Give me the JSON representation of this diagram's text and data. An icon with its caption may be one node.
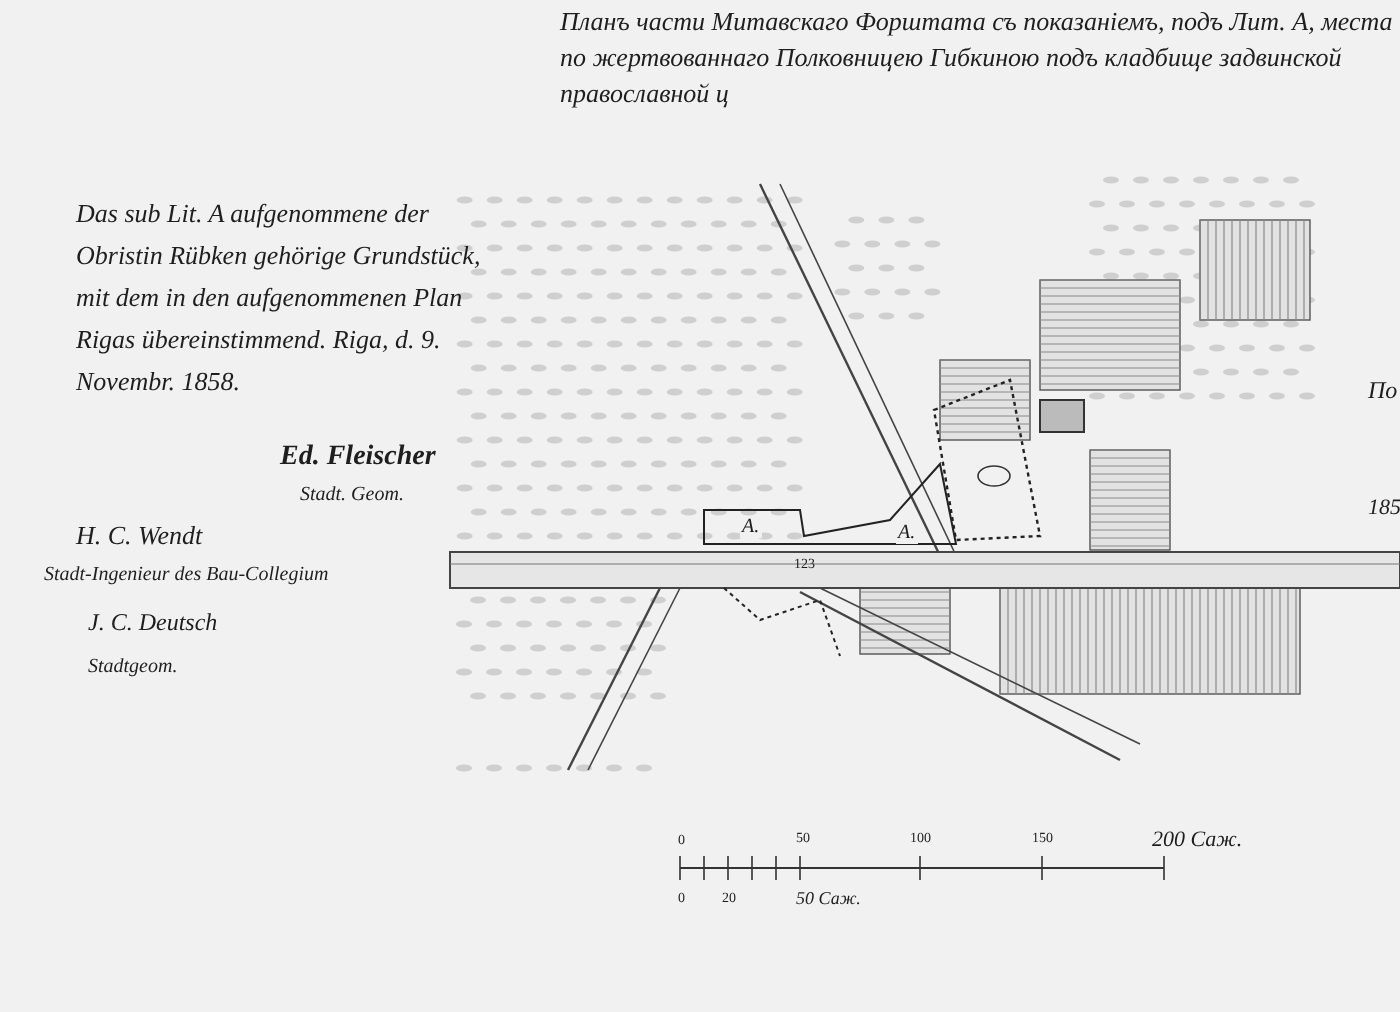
{
  "diagram": {
    "title": "Планъ части Митавскаго Форштата съ показаніемъ, подъ Лит. А, места по жертвованнаго Полковницею Гибкиною подъ кладбище задвинской православной ц",
    "labels": [
      "Das sub Lit. A aufgenommene der Obristin Rübken gehörige Grundstück, mit dem in den aufgenommenen Plan Rigas übereinstimmend. Riga, d. 9. Novembr. 1858.",
      "Ed. Fleischer",
      "Stadt. Geom.",
      "H. C. Wendt",
      "Stadt-Ingenieur des Bau-Collegium",
      "J. C. Deutsch",
      "Stadtgeom.",
      "А.",
      "А.",
      "123",
      "По",
      "185",
      "0",
      "50",
      "100",
      "150",
      "200 Саж.",
      "0",
      "20",
      "50 Саж."
    ]
  }
}
